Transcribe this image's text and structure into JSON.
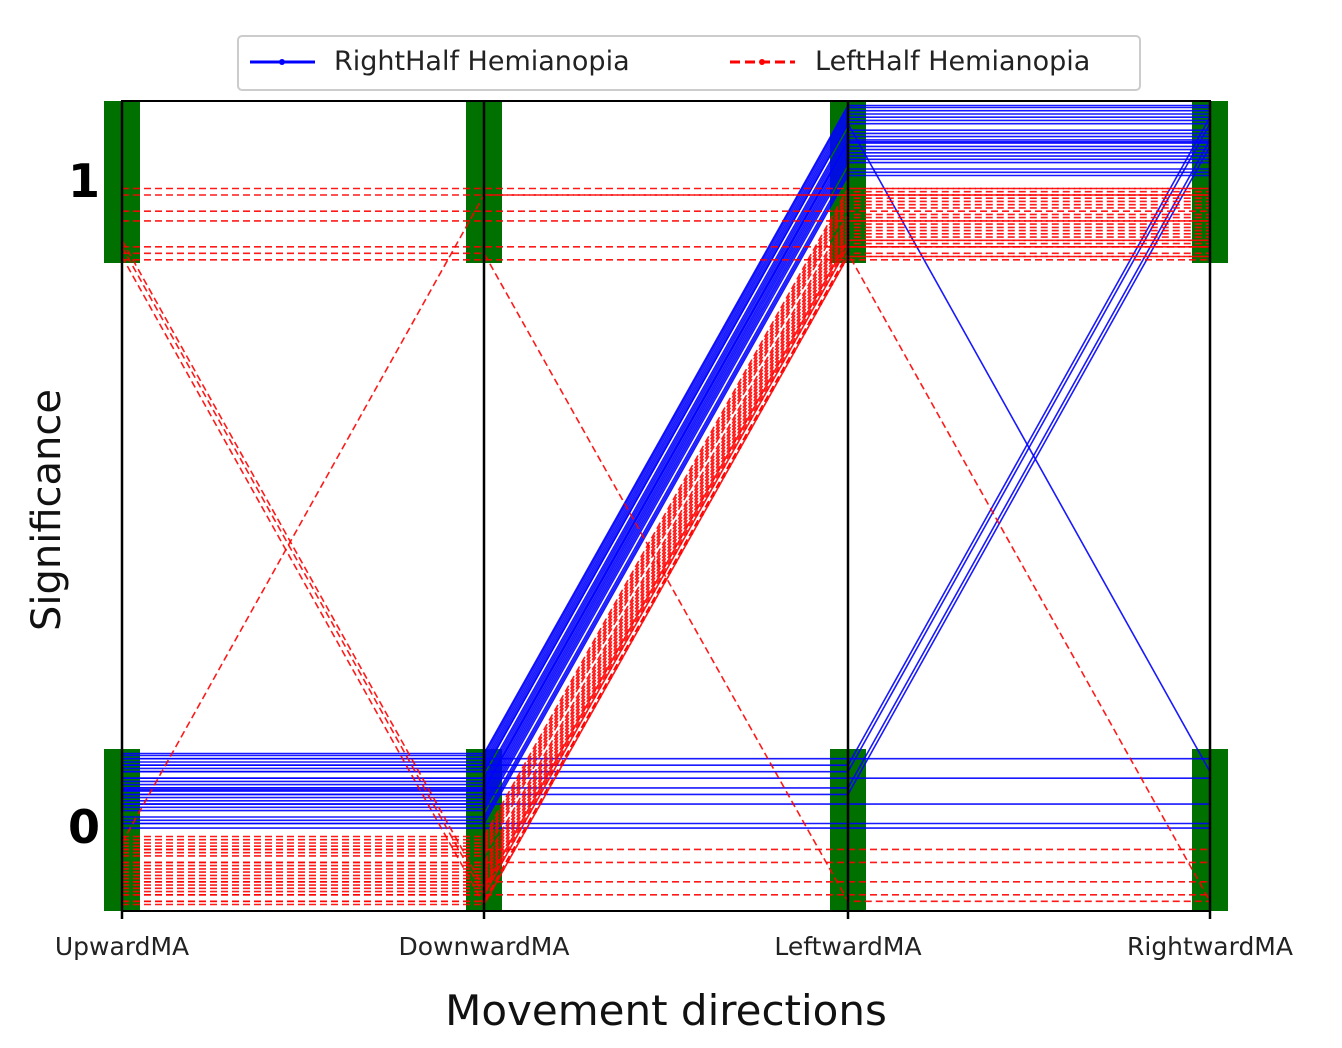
{
  "chart_data": {
    "type": "parallel_categories",
    "xlabel": "Movement directions",
    "ylabel": "Significance",
    "axes": [
      "UpwardMA",
      "DownwardMA",
      "LeftwardMA",
      "RightwardMA"
    ],
    "yticks": [
      "0",
      "1"
    ],
    "ylim": [
      -0.125,
      1.125
    ],
    "legend": {
      "placement": "top-center",
      "entries": [
        "RightHalf Hemianopia",
        "LeftHalf Hemianopia"
      ]
    },
    "colors": {
      "RightHalf Hemianopia": "#0000ff",
      "LeftHalf Hemianopia": "#ff0000",
      "category_bar": "#007000"
    },
    "series": [
      {
        "name": "RightHalf Hemianopia",
        "style": "solid",
        "lines": [
          {
            "v": [
              0,
              0,
              1,
              1
            ],
            "j": 0.01
          },
          {
            "v": [
              0,
              0,
              1,
              1
            ],
            "j": 0.015
          },
          {
            "v": [
              0,
              0,
              1,
              1
            ],
            "j": 0.02
          },
          {
            "v": [
              0,
              0,
              1,
              1
            ],
            "j": 0.03
          },
          {
            "v": [
              0,
              0,
              1,
              1
            ],
            "j": 0.035
          },
          {
            "v": [
              0,
              0,
              1,
              1
            ],
            "j": 0.04
          },
          {
            "v": [
              0,
              0,
              1,
              1
            ],
            "j": 0.045
          },
          {
            "v": [
              0,
              0,
              1,
              1
            ],
            "j": 0.05
          },
          {
            "v": [
              0,
              0,
              1,
              1
            ],
            "j": 0.055
          },
          {
            "v": [
              0,
              0,
              1,
              1
            ],
            "j": 0.06
          },
          {
            "v": [
              0,
              0,
              1,
              1
            ],
            "j": 0.062
          },
          {
            "v": [
              0,
              0,
              1,
              1
            ],
            "j": 0.065
          },
          {
            "v": [
              0,
              0,
              1,
              1
            ],
            "j": 0.07
          },
          {
            "v": [
              0,
              0,
              1,
              1
            ],
            "j": 0.075
          },
          {
            "v": [
              0,
              0,
              1,
              1
            ],
            "j": 0.08
          },
          {
            "v": [
              0,
              0,
              1,
              1
            ],
            "j": 0.09
          },
          {
            "v": [
              0,
              0,
              1,
              1
            ],
            "j": 0.095
          },
          {
            "v": [
              0,
              0,
              1,
              1
            ],
            "j": 0.1
          },
          {
            "v": [
              0,
              0,
              1,
              1
            ],
            "j": 0.105
          },
          {
            "v": [
              0,
              0,
              1,
              1
            ],
            "j": 0.11
          },
          {
            "v": [
              0,
              0,
              1,
              1
            ],
            "j": 0.115
          },
          {
            "v": [
              0,
              0,
              1,
              1
            ],
            "j": 0.118
          },
          {
            "v": [
              0,
              0,
              0,
              0
            ],
            "j": 0.003
          },
          {
            "v": [
              0,
              0,
              0,
              0
            ],
            "j": 0.01
          },
          {
            "v": [
              0,
              0,
              0,
              0
            ],
            "j": 0.04
          },
          {
            "v": [
              0,
              0,
              0,
              0
            ],
            "j": 0.08
          },
          {
            "v": [
              0,
              0,
              0,
              0
            ],
            "j": 0.11
          },
          {
            "v": [
              0,
              0,
              0,
              1
            ],
            "j": 0.055
          },
          {
            "v": [
              0,
              0,
              0,
              1
            ],
            "j": 0.065
          },
          {
            "v": [
              0,
              0,
              0,
              1
            ],
            "j": 0.09
          },
          {
            "v": [
              0,
              0,
              0,
              1
            ],
            "j": 0.1
          },
          {
            "v": [
              0,
              0,
              1,
              0
            ],
            "j": 0.09
          }
        ]
      },
      {
        "name": "LeftHalf Hemianopia",
        "style": "dashed",
        "lines": [
          {
            "v": [
              0,
              0,
              1,
              1
            ],
            "j": -0.01
          },
          {
            "v": [
              0,
              0,
              1,
              1
            ],
            "j": -0.015
          },
          {
            "v": [
              0,
              0,
              1,
              1
            ],
            "j": -0.02
          },
          {
            "v": [
              0,
              0,
              1,
              1
            ],
            "j": -0.025
          },
          {
            "v": [
              0,
              0,
              1,
              1
            ],
            "j": -0.03
          },
          {
            "v": [
              0,
              0,
              1,
              1
            ],
            "j": -0.035
          },
          {
            "v": [
              0,
              0,
              1,
              1
            ],
            "j": -0.04
          },
          {
            "v": [
              0,
              0,
              1,
              1
            ],
            "j": -0.05
          },
          {
            "v": [
              0,
              0,
              1,
              1
            ],
            "j": -0.055
          },
          {
            "v": [
              0,
              0,
              1,
              1
            ],
            "j": -0.06
          },
          {
            "v": [
              0,
              0,
              1,
              1
            ],
            "j": -0.065
          },
          {
            "v": [
              0,
              0,
              1,
              1
            ],
            "j": -0.07
          },
          {
            "v": [
              0,
              0,
              1,
              1
            ],
            "j": -0.075
          },
          {
            "v": [
              0,
              0,
              1,
              1
            ],
            "j": -0.08
          },
          {
            "v": [
              0,
              0,
              1,
              1
            ],
            "j": -0.085
          },
          {
            "v": [
              0,
              0,
              1,
              1
            ],
            "j": -0.09
          },
          {
            "v": [
              0,
              0,
              1,
              1
            ],
            "j": -0.095
          },
          {
            "v": [
              0,
              0,
              1,
              1
            ],
            "j": -0.1
          },
          {
            "v": [
              0,
              0,
              1,
              1
            ],
            "j": -0.11
          },
          {
            "v": [
              0,
              0,
              1,
              1
            ],
            "j": -0.115
          },
          {
            "v": [
              1,
              1,
              1,
              1
            ],
            "j": -0.01
          },
          {
            "v": [
              1,
              1,
              1,
              1
            ],
            "j": -0.02
          },
          {
            "v": [
              1,
              1,
              1,
              1
            ],
            "j": -0.045
          },
          {
            "v": [
              1,
              1,
              1,
              1
            ],
            "j": -0.06
          },
          {
            "v": [
              1,
              1,
              1,
              1
            ],
            "j": -0.1
          },
          {
            "v": [
              1,
              1,
              1,
              1
            ],
            "j": -0.12
          },
          {
            "v": [
              1,
              0,
              1,
              1
            ],
            "j": -0.09
          },
          {
            "v": [
              1,
              0,
              1,
              1
            ],
            "j": -0.1
          },
          {
            "v": [
              1,
              0,
              1,
              1
            ],
            "j": -0.115
          },
          {
            "v": [
              0,
              1,
              1,
              1
            ],
            "j": -0.02
          },
          {
            "v": [
              1,
              1,
              0,
              0
            ],
            "j": -0.11
          },
          {
            "v": [
              0,
              0,
              0,
              0
            ],
            "j": -0.03
          },
          {
            "v": [
              0,
              0,
              0,
              0
            ],
            "j": -0.05
          },
          {
            "v": [
              0,
              0,
              0,
              0
            ],
            "j": -0.08
          },
          {
            "v": [
              0,
              0,
              0,
              0
            ],
            "j": -0.1
          },
          {
            "v": [
              0,
              0,
              1,
              0
            ],
            "j": -0.11
          }
        ]
      }
    ]
  }
}
